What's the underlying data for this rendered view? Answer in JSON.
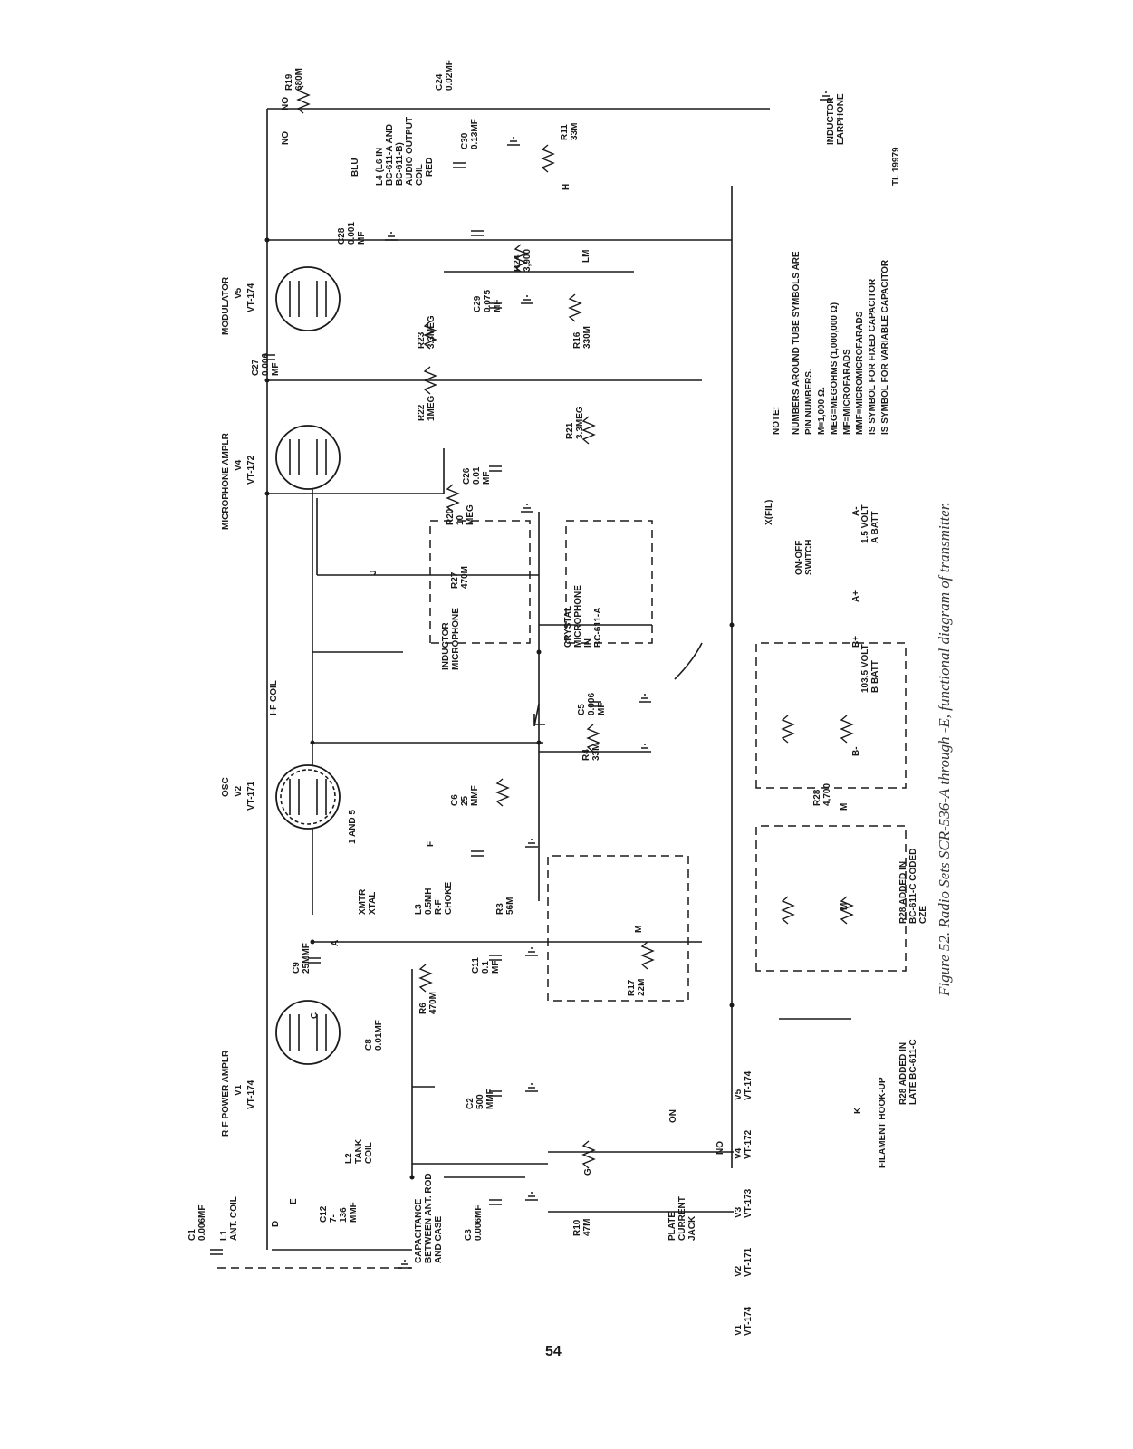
{
  "page": {
    "caption": "Figure 52.  Radio Sets SCR-536-A through -E, functional diagram of transmitter.",
    "page_number": "54",
    "drawing_number": "TL 19979"
  },
  "tubes": {
    "v1": {
      "title": "R-F POWER AMPLR",
      "ref": "V1",
      "type": "VT-174"
    },
    "v2": {
      "title": "OSC",
      "ref": "V2",
      "type": "VT-171"
    },
    "v4": {
      "title": "MICROPHONE AMPLR",
      "ref": "V4",
      "type": "VT-172"
    },
    "v5": {
      "title": "MODULATOR",
      "ref": "V5",
      "type": "VT-174"
    }
  },
  "components": {
    "r19": [
      "R19",
      "680M"
    ],
    "r11": [
      "R11",
      "33M"
    ],
    "r24": [
      "R24",
      "3,900"
    ],
    "r16": [
      "R16",
      "330M"
    ],
    "r23": [
      "R23",
      "3.3MEG"
    ],
    "r22": [
      "R22",
      "1MEG"
    ],
    "r21": [
      "R21",
      "3.3MEG"
    ],
    "r20": [
      "R20",
      "10",
      "MEG"
    ],
    "r27": [
      "R27",
      "470M"
    ],
    "r4": [
      "R4",
      "33M"
    ],
    "r3": [
      "R3",
      "56M"
    ],
    "r6": [
      "R6",
      "470M"
    ],
    "r10": [
      "R10",
      "47M"
    ],
    "r17": [
      "R17",
      "22M"
    ],
    "r28": [
      "R28",
      "4,700"
    ],
    "c24": [
      "C24",
      "0.02MF"
    ],
    "c30": [
      "C30",
      "0.13MF"
    ],
    "c28": [
      "C28",
      "0.001",
      "MF"
    ],
    "c29": [
      "C29",
      "0.075",
      "MF"
    ],
    "c27": [
      "C27",
      "0.006",
      "MF"
    ],
    "c26": [
      "C26",
      "0.01",
      "MF"
    ],
    "c5": [
      "C5",
      "0.006",
      "MF"
    ],
    "c6": [
      "C6",
      "25",
      "MMF"
    ],
    "c9": [
      "C9",
      "25MMF"
    ],
    "c11": [
      "C11",
      "0.1",
      "MF"
    ],
    "c8": [
      "C8",
      "0.01MF"
    ],
    "c2": [
      "C2",
      "500",
      "MMF"
    ],
    "c3": [
      "C3",
      "0.006MF"
    ],
    "c1": [
      "C1",
      "0.006MF"
    ],
    "c12": [
      "C12",
      "7-",
      "136",
      "MMF"
    ],
    "l4": [
      "L4 (L6 IN",
      "BC-611-A AND",
      "BC-611-B)",
      "AUDIO OUTPUT",
      "COIL"
    ],
    "l3": [
      "L3",
      "0.5MH",
      "R-F",
      "CHOKE"
    ],
    "l2": [
      "L2",
      "TANK",
      "COIL"
    ],
    "l1": [
      "L1",
      "ANT. COIL"
    ],
    "xtal": [
      "XMTR",
      "XTAL"
    ]
  },
  "labels": {
    "if_coil": "I-F COIL",
    "inductor_earphone": [
      "INDUCTOR",
      "EARPHONE"
    ],
    "inductor_microphone": [
      "INDUCTOR",
      "MICROPHONE"
    ],
    "crystal_microphone": [
      "CRYSTAL",
      "MICROPHONE",
      "IN",
      "BC-611-A"
    ],
    "on_off_switch": [
      "ON-OFF",
      "SWITCH"
    ],
    "x_fil": "X(FIL)",
    "a_batt": [
      "1.5 VOLT",
      "A BATT"
    ],
    "b_batt": [
      "103.5 VOLT",
      "B BATT"
    ],
    "a_plus": "A+",
    "a_minus": "A-",
    "b_plus": "B+",
    "b_minus": "B-",
    "plate_current_jack": [
      "PLATE",
      "CURRENT",
      "JACK"
    ],
    "capacitance": [
      "CAPACITANCE",
      "BETWEEN ANT. ROD",
      "AND CASE"
    ],
    "r28_coded": [
      "R28 ADDED IN",
      "BC-611-C CODED",
      "CZE"
    ],
    "r28_late": [
      "R28 ADDED IN",
      "LATE BC-611-C"
    ],
    "filament_hookup": "FILAMENT HOOK-UP",
    "wire_blu": "BLU",
    "wire_red": "RED",
    "one_and_five": "1 AND 5"
  },
  "note": {
    "title": "NOTE:",
    "lines": [
      "NUMBERS AROUND TUBE SYMBOLS ARE",
      "PIN NUMBERS.",
      "M=1,000 Ω.",
      "MEG=MEGOHMS (1,000,000 Ω)",
      "MF=MICROFARADS",
      "MMF=MICROMICROFARADS",
      "IS SYMBOL FOR FIXED CAPACITOR",
      "IS SYMBOL FOR VARIABLE CAPACITOR"
    ]
  },
  "switch_letters": [
    "NO",
    "NO",
    "H",
    "LM",
    "J",
    "F",
    "A",
    "M",
    "M",
    "M",
    "C",
    "E",
    "D",
    "G",
    "ON",
    "NO",
    "K"
  ],
  "filament_tubes": [
    {
      "ref": "V1",
      "type": "VT-174"
    },
    {
      "ref": "V2",
      "type": "VT-171"
    },
    {
      "ref": "V3",
      "type": "VT-173"
    },
    {
      "ref": "V4",
      "type": "VT-172"
    },
    {
      "ref": "V5",
      "type": "VT-174"
    }
  ]
}
